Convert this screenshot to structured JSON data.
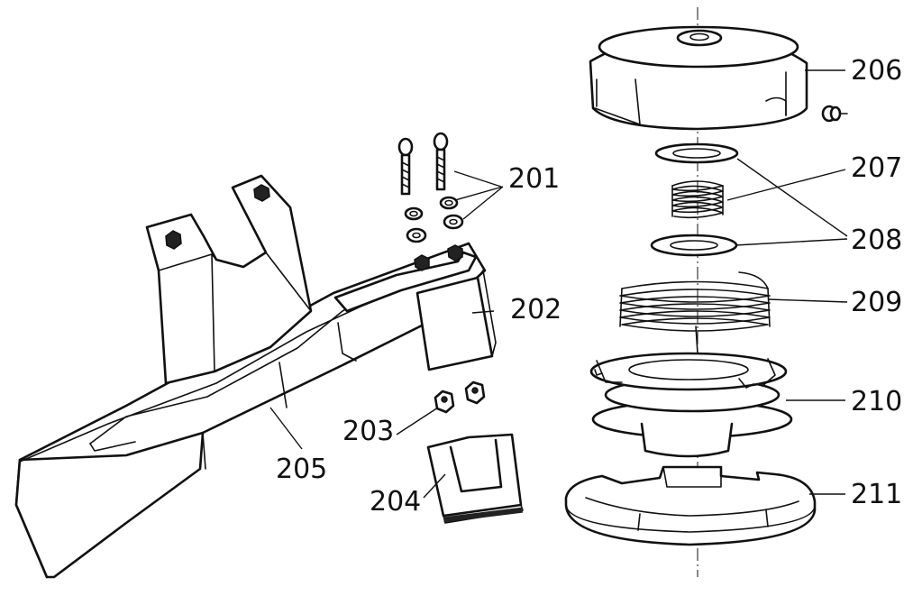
{
  "callouts": [
    {
      "id": "201",
      "label": "201"
    },
    {
      "id": "202",
      "label": "202"
    },
    {
      "id": "203",
      "label": "203"
    },
    {
      "id": "204",
      "label": "204"
    },
    {
      "id": "205",
      "label": "205"
    },
    {
      "id": "206",
      "label": "206"
    },
    {
      "id": "207",
      "label": "207"
    },
    {
      "id": "208",
      "label": "208"
    },
    {
      "id": "209",
      "label": "209"
    },
    {
      "id": "210",
      "label": "210"
    },
    {
      "id": "211",
      "label": "211"
    }
  ],
  "colors": {
    "line": "#111111",
    "background": "#ffffff"
  }
}
